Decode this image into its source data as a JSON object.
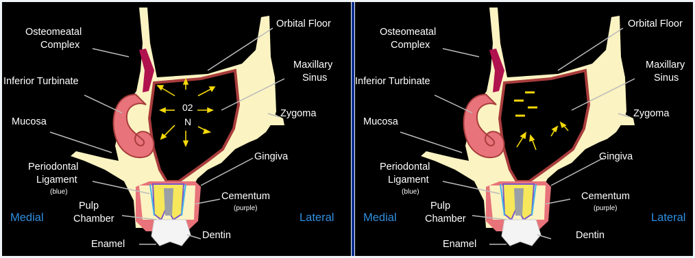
{
  "panels": [
    {
      "labels": {
        "osteomeatal": [
          "Osteomeatal",
          "Complex"
        ],
        "orbital_floor": "Orbital Floor",
        "maxillary_sinus": [
          "Maxillary",
          "Sinus"
        ],
        "inferior_turbinate": "Inferior Turbinate",
        "zygoma": "Zygoma",
        "mucosa": "Mucosa",
        "gingiva": "Gingiva",
        "periodontal": [
          "Periodontal",
          "Ligament"
        ],
        "periodontal_note": "(blue)",
        "cementum": "Cementum",
        "cementum_note": "(purple)",
        "pulp": [
          "Pulp",
          "Chamber"
        ],
        "dentin": "Dentin",
        "enamel": "Enamel",
        "medial": "Medial",
        "lateral": "Lateral"
      },
      "gas_labels": [
        "02",
        "N"
      ]
    },
    {
      "labels": {
        "osteomeatal": [
          "Osteomeatal",
          "Complex"
        ],
        "orbital_floor": "Orbital Floor",
        "maxillary_sinus": [
          "Maxillary",
          "Sinus"
        ],
        "inferior_turbinate": "Inferior Turbinate",
        "zygoma": "Zygoma",
        "mucosa": "Mucosa",
        "gingiva": "Gingiva",
        "periodontal": [
          "Periodontal",
          "Ligament"
        ],
        "periodontal_note": "(blue)",
        "cementum": "Cementum",
        "cementum_note": "(purple)",
        "pulp": [
          "Pulp",
          "Chamber"
        ],
        "dentin": "Dentin",
        "enamel": "Enamel",
        "medial": "Medial",
        "lateral": "Lateral"
      }
    }
  ],
  "colors": {
    "bone": "#fbf3c2",
    "mucosa": "#e8737a",
    "mucosa_dark": "#a83c3c",
    "osteomeatal": "#b0124e",
    "arrow": "#f5d90a",
    "side_label": "#2f8fe0",
    "divider": "#0b2f8f"
  }
}
